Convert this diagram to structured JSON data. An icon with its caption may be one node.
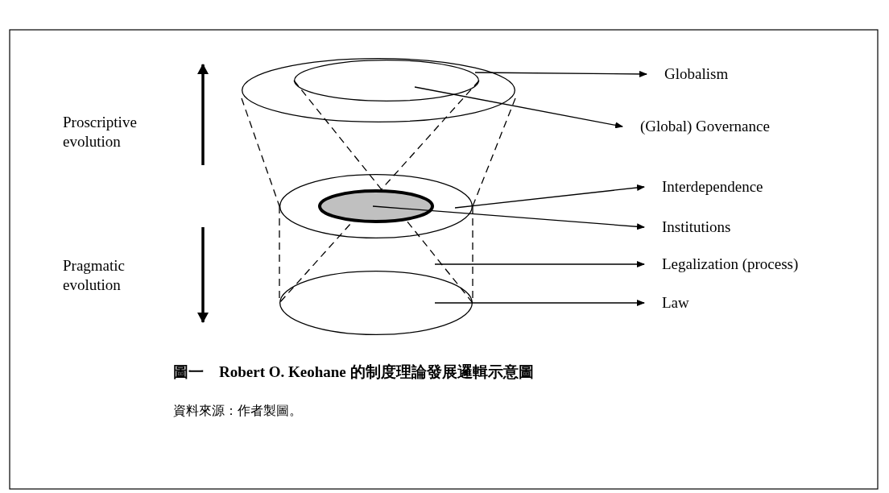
{
  "diagram": {
    "caption": "圖一　Robert O. Keohane 的制度理論發展邏輯示意圖",
    "nodes": [
      {
        "text": [],
        "shape": "ellipse"
      },
      {
        "text": [],
        "shape": "ellipse",
        "in": 0
      },
      {
        "text": [],
        "shape": "ellipse"
      },
      {
        "text": [],
        "shape": "ellipse",
        "in": 2
      },
      {
        "text": [],
        "shape": "ellipse"
      },
      {
        "text": [
          "Globalism"
        ]
      },
      {
        "text": [
          "(Global) Governance"
        ]
      },
      {
        "text": [
          "Interdependence"
        ]
      },
      {
        "text": [
          "Institutions"
        ]
      },
      {
        "text": [
          "Legalization (process)"
        ]
      },
      {
        "text": [
          "Law"
        ]
      }
    ],
    "edges": [
      {
        "from": 0,
        "to": 5,
        "arrow": "to"
      },
      {
        "from": 1,
        "to": 6,
        "arrow": "to"
      },
      {
        "from": 2,
        "to": 7,
        "arrow": "to"
      },
      {
        "from": 3,
        "to": 8,
        "arrow": "to"
      },
      {
        "from": null,
        "to": 9,
        "arrow": "to"
      },
      {
        "from": 4,
        "to": 10,
        "arrow": "to"
      }
    ],
    "labels": [
      "Proscriptive evolution",
      "Pragmatic evolution",
      "資料來源：作者製圖。"
    ]
  }
}
